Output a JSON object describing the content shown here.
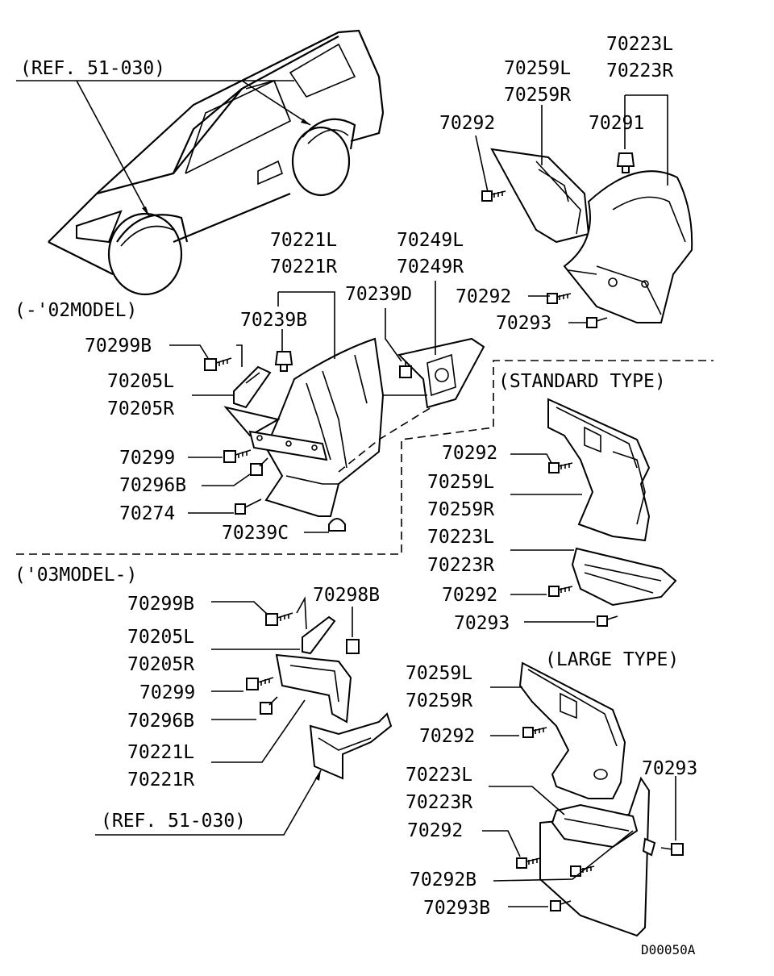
{
  "labels": {
    "ref_top": "(REF. 51-030)",
    "ref_bottom": "(REF. 51-030)",
    "model_02": "(-'02MODEL)",
    "model_03": "('03MODEL-)",
    "standard_type": "(STANDARD TYPE)",
    "large_type": "(LARGE TYPE)",
    "diagram_code": "D00050A"
  },
  "parts_top_right": {
    "p70223L": "70223L",
    "p70223R": "70223R",
    "p70259L": "70259L",
    "p70259R": "70259R",
    "p70292a": "70292",
    "p70291": "70291",
    "p70292b": "70292",
    "p70293": "70293"
  },
  "parts_02": {
    "p70221L": "70221L",
    "p70221R": "70221R",
    "p70249L": "70249L",
    "p70249R": "70249R",
    "p70239D": "70239D",
    "p70239B": "70239B",
    "p70299B": "70299B",
    "p70205L": "70205L",
    "p70205R": "70205R",
    "p70299": "70299",
    "p70296B": "70296B",
    "p70274": "70274",
    "p70239C": "70239C"
  },
  "parts_03": {
    "p70299B": "70299B",
    "p70298B": "70298B",
    "p70205L": "70205L",
    "p70205R": "70205R",
    "p70299": "70299",
    "p70296B": "70296B",
    "p70221L": "70221L",
    "p70221R": "70221R"
  },
  "parts_standard": {
    "p70292a": "70292",
    "p70259L": "70259L",
    "p70259R": "70259R",
    "p70223L": "70223L",
    "p70223R": "70223R",
    "p70292b": "70292",
    "p70293": "70293"
  },
  "parts_large": {
    "p70259L": "70259L",
    "p70259R": "70259R",
    "p70292a": "70292",
    "p70293": "70293",
    "p70223L": "70223L",
    "p70223R": "70223R",
    "p70292b": "70292",
    "p70292B": "70292B",
    "p70293B": "70293B"
  }
}
